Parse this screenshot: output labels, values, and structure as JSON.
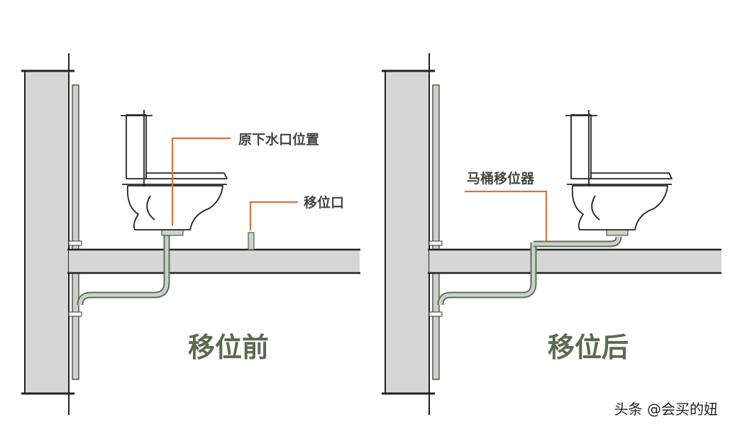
{
  "colors": {
    "wall": "#d6d6d6",
    "slab": "#d6d6d6",
    "pipe": "#8a9a88",
    "pipe_fill": "#c9d3c6",
    "leader": "#d9733f",
    "label_text": "#444444",
    "caption": "#5b6a4f",
    "ink": "#222222"
  },
  "before": {
    "caption": "移位前",
    "label_outlet_original": "原下水口位置",
    "label_outlet_new": "移位口"
  },
  "after": {
    "caption": "移位后",
    "label_shifter": "马桶移位器"
  },
  "watermark": "头条 @会买的妞"
}
